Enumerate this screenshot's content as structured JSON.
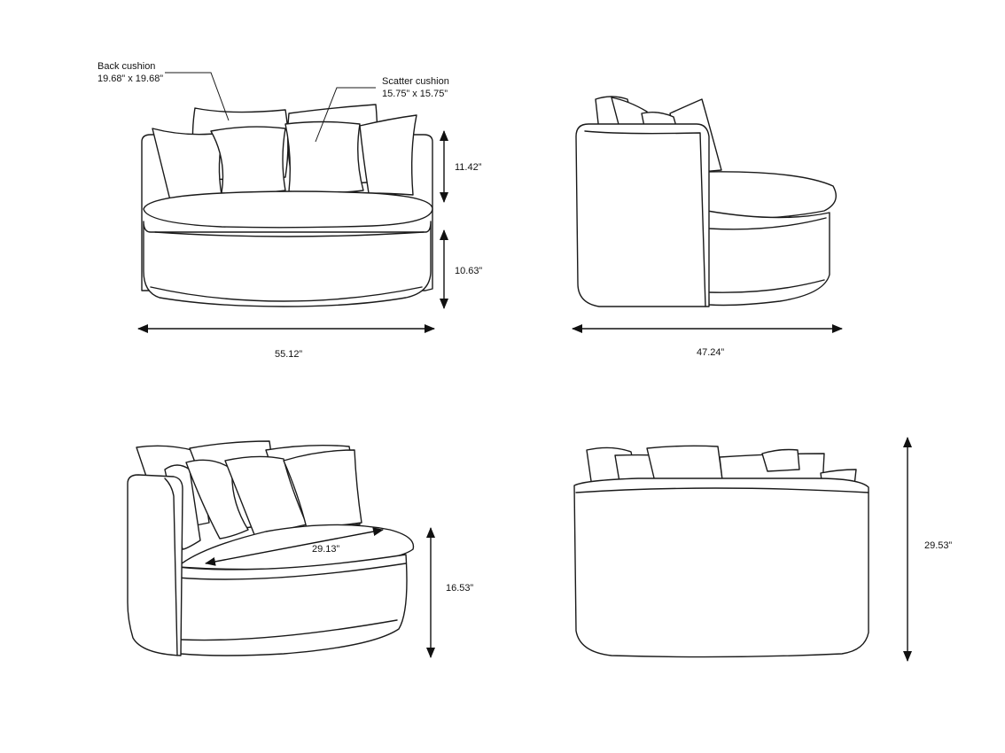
{
  "callouts": {
    "back_cushion": {
      "name": "Back cushion",
      "size": "19.68” x 19.68”"
    },
    "scatter_cushion": {
      "name": "Scatter cushion",
      "size": "15.75” x 15.75”"
    }
  },
  "dimensions": {
    "front_width": "55.12”",
    "back_cushion_height": "11.42”",
    "seat_base_height": "10.63”",
    "side_depth": "47.24”",
    "seat_depth": "29.13”",
    "seat_height": "16.53”",
    "overall_height": "29.53”"
  }
}
